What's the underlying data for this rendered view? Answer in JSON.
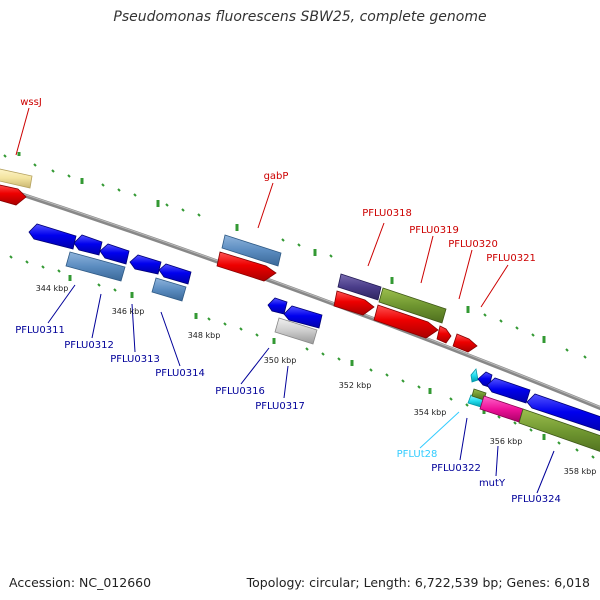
{
  "header": {
    "title": "Pseudomonas fluorescens SBW25, complete genome"
  },
  "footer": {
    "accession": "Accession: NC_012660",
    "summary": "Topology: circular; Length: 6,722,539 bp; Genes: 6,018"
  },
  "colors": {
    "forward_label": "#cc0000",
    "reverse_label": "#000099",
    "trna_label": "#33ccff",
    "tick": "#339933",
    "backbone": "#888888"
  },
  "scale_labels": [
    "344 kbp",
    "346 kbp",
    "348 kbp",
    "350 kbp",
    "352 kbp",
    "354 kbp",
    "356 kbp",
    "358 kbp"
  ],
  "forward_labels": [
    "wssJ",
    "gabP",
    "PFLU0318",
    "PFLU0319",
    "PFLU0320",
    "PFLU0321"
  ],
  "reverse_labels": [
    "PFLU0311",
    "PFLU0312",
    "PFLU0313",
    "PFLU0314",
    "PFLU0316",
    "PFLU0317",
    "PFLU0322",
    "mutY",
    "PFLU0324"
  ],
  "trna_labels": [
    "PFLUt28"
  ]
}
